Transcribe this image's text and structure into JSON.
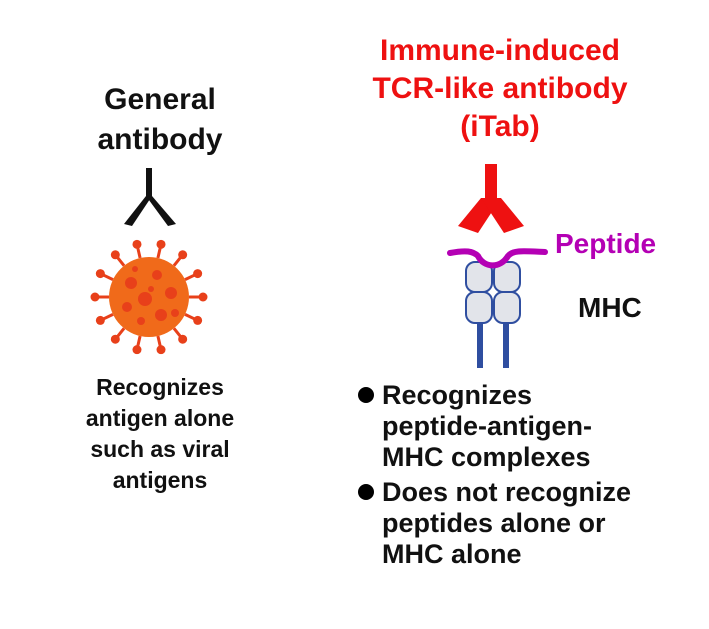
{
  "left": {
    "title_lines": [
      "General",
      "antibody"
    ],
    "description_lines": [
      "Recognizes",
      "antigen alone",
      "such as viral",
      "antigens"
    ]
  },
  "right": {
    "title_lines": [
      "Immune-induced",
      "TCR-like antibody",
      "(iTab)"
    ],
    "peptide_label": "Peptide",
    "mhc_label": "MHC",
    "bullets": [
      {
        "lines": [
          "Recognizes",
          "peptide-antigen-",
          "MHC complexes"
        ]
      },
      {
        "lines": [
          "Does not recognize",
          "peptides alone or",
          "MHC alone"
        ]
      }
    ]
  },
  "colors": {
    "itab_red": "#ee1111",
    "peptide_purple": "#b400b4",
    "mhc_blue": "#2f4ea0",
    "mhc_fill": "#e2e4ea",
    "virus_orange": "#f06a1a",
    "virus_spike": "#e8401a",
    "text": "#111111"
  }
}
